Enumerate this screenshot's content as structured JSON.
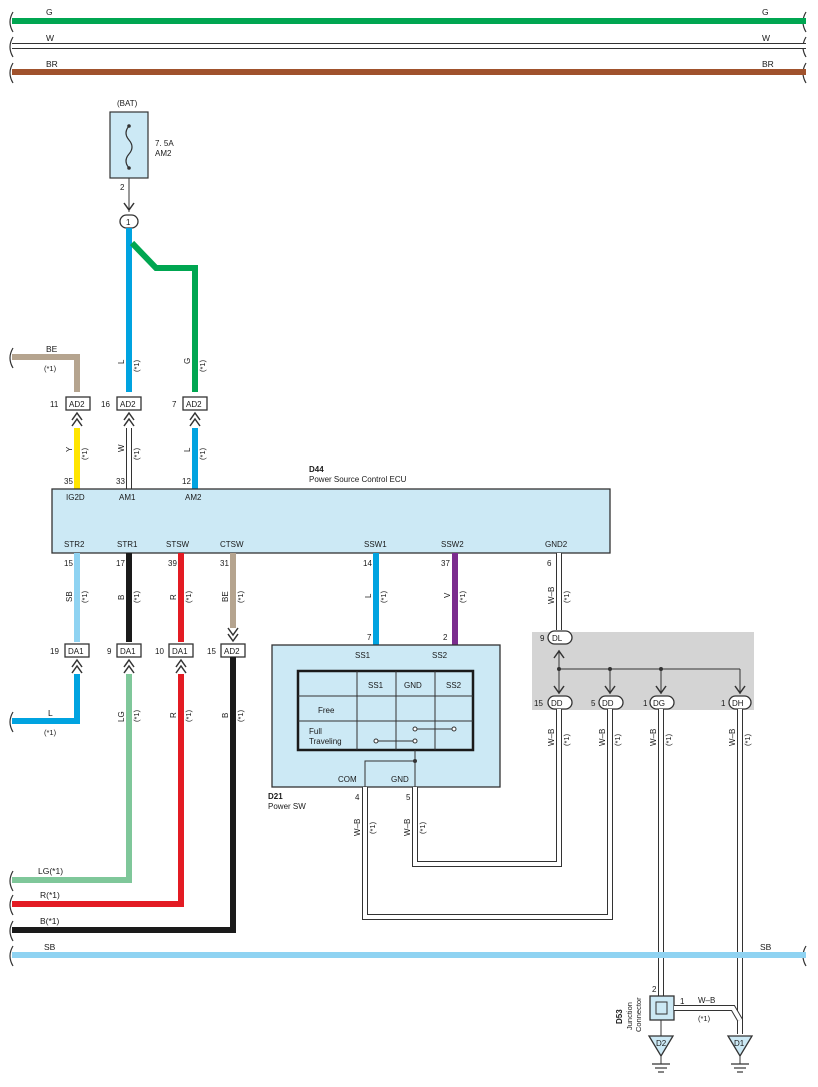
{
  "colors": {
    "G": "#00a651",
    "W": "#ffffff",
    "BR": "#a0522d",
    "L": "#00a3e0",
    "BE": "#b5a48f",
    "Y": "#ffe500",
    "SB": "#8fd3f2",
    "B": "#1a1a1a",
    "R": "#e31b23",
    "LG": "#7fc79a",
    "V": "#7b2c8e",
    "box": "#cce9f5",
    "shade": "#d4d4d4"
  },
  "top_buses": [
    {
      "label_left": "G",
      "label_right": "G",
      "color": "G"
    },
    {
      "label_left": "W",
      "label_right": "W",
      "color": "W"
    },
    {
      "label_left": "BR",
      "label_right": "BR",
      "color": "BR"
    }
  ],
  "fuse": {
    "source": "(BAT)",
    "rating": "7. 5A",
    "name": "AM2",
    "pin": "2",
    "junction": "1"
  },
  "ecu": {
    "id": "D44",
    "name": "Power Source Control ECU",
    "top_pins": [
      {
        "label": "IG2D",
        "num": "35",
        "wire": "Y",
        "note": "(*1)"
      },
      {
        "label": "AM1",
        "num": "33",
        "wire": "W",
        "note": "(*1)"
      },
      {
        "label": "AM2",
        "num": "12",
        "wire": "L",
        "note": "(*1)"
      }
    ],
    "bottom_pins": [
      {
        "label": "STR2",
        "num": "15",
        "wire": "SB",
        "note": "(*1)"
      },
      {
        "label": "STR1",
        "num": "17",
        "wire": "B",
        "note": "(*1)"
      },
      {
        "label": "STSW",
        "num": "39",
        "wire": "R",
        "note": "(*1)"
      },
      {
        "label": "CTSW",
        "num": "31",
        "wire": "BE",
        "note": "(*1)"
      },
      {
        "label": "SSW1",
        "num": "14",
        "wire": "L",
        "note": "(*1)"
      },
      {
        "label": "SSW2",
        "num": "37",
        "wire": "V",
        "note": "(*1)"
      },
      {
        "label": "GND2",
        "num": "6",
        "wire": "W–B",
        "note": "(*1)"
      }
    ]
  },
  "upper_connectors": [
    {
      "num": "11",
      "name": "AD2"
    },
    {
      "num": "16",
      "name": "AD2"
    },
    {
      "num": "7",
      "name": "AD2"
    }
  ],
  "upper_wires": [
    {
      "wire": "L",
      "note": "(*1)"
    },
    {
      "wire": "G",
      "note": "(*1)"
    }
  ],
  "be_input": {
    "label": "BE",
    "note": "(*1)"
  },
  "lower_connectors": [
    {
      "num": "19",
      "name": "DA1"
    },
    {
      "num": "9",
      "name": "DA1"
    },
    {
      "num": "10",
      "name": "DA1"
    },
    {
      "num": "15",
      "name": "AD2"
    }
  ],
  "lower_wires": [
    {
      "wire": "LG",
      "note": "(*1)"
    },
    {
      "wire": "R",
      "note": "(*1)"
    },
    {
      "wire": "B",
      "note": "(*1)"
    }
  ],
  "left_feeds": [
    {
      "label": "L",
      "note": "(*1)"
    },
    {
      "label": "LG(*1)"
    },
    {
      "label": "R(*1)"
    },
    {
      "label": "B(*1)"
    }
  ],
  "sb_bus": {
    "label_left": "SB",
    "label_right": "SB"
  },
  "power_sw": {
    "id": "D21",
    "name": "Power SW",
    "pins": [
      {
        "label": "SS1",
        "num": "7"
      },
      {
        "label": "SS2",
        "num": "2"
      }
    ],
    "bottom_pins": [
      {
        "label": "COM",
        "num": "4",
        "wire": "W–B",
        "note": "(*1)"
      },
      {
        "label": "GND",
        "num": "5",
        "wire": "W–B",
        "note": "(*1)"
      }
    ],
    "table_cols": [
      "SS1",
      "GND",
      "SS2"
    ],
    "table_rows": [
      "Free",
      "Full",
      "Traveling"
    ]
  },
  "ground_block": {
    "top": {
      "num": "9",
      "name": "DL"
    },
    "outputs": [
      {
        "num": "15",
        "name": "DD",
        "wire": "W–B",
        "note": "(*1)"
      },
      {
        "num": "5",
        "name": "DD",
        "wire": "W–B",
        "note": "(*1)"
      },
      {
        "num": "1",
        "name": "DG",
        "wire": "W–B",
        "note": "(*1)"
      },
      {
        "num": "1",
        "name": "DH",
        "wire": "W–B",
        "note": "(*1)"
      }
    ]
  },
  "junction": {
    "id": "D53",
    "name": "Junction",
    "name2": "Connector",
    "pin_top": "2",
    "pin_right": "1",
    "wire": "W–B",
    "note": "(*1)"
  },
  "grounds": [
    {
      "label": "D2"
    },
    {
      "label": "D1"
    }
  ]
}
